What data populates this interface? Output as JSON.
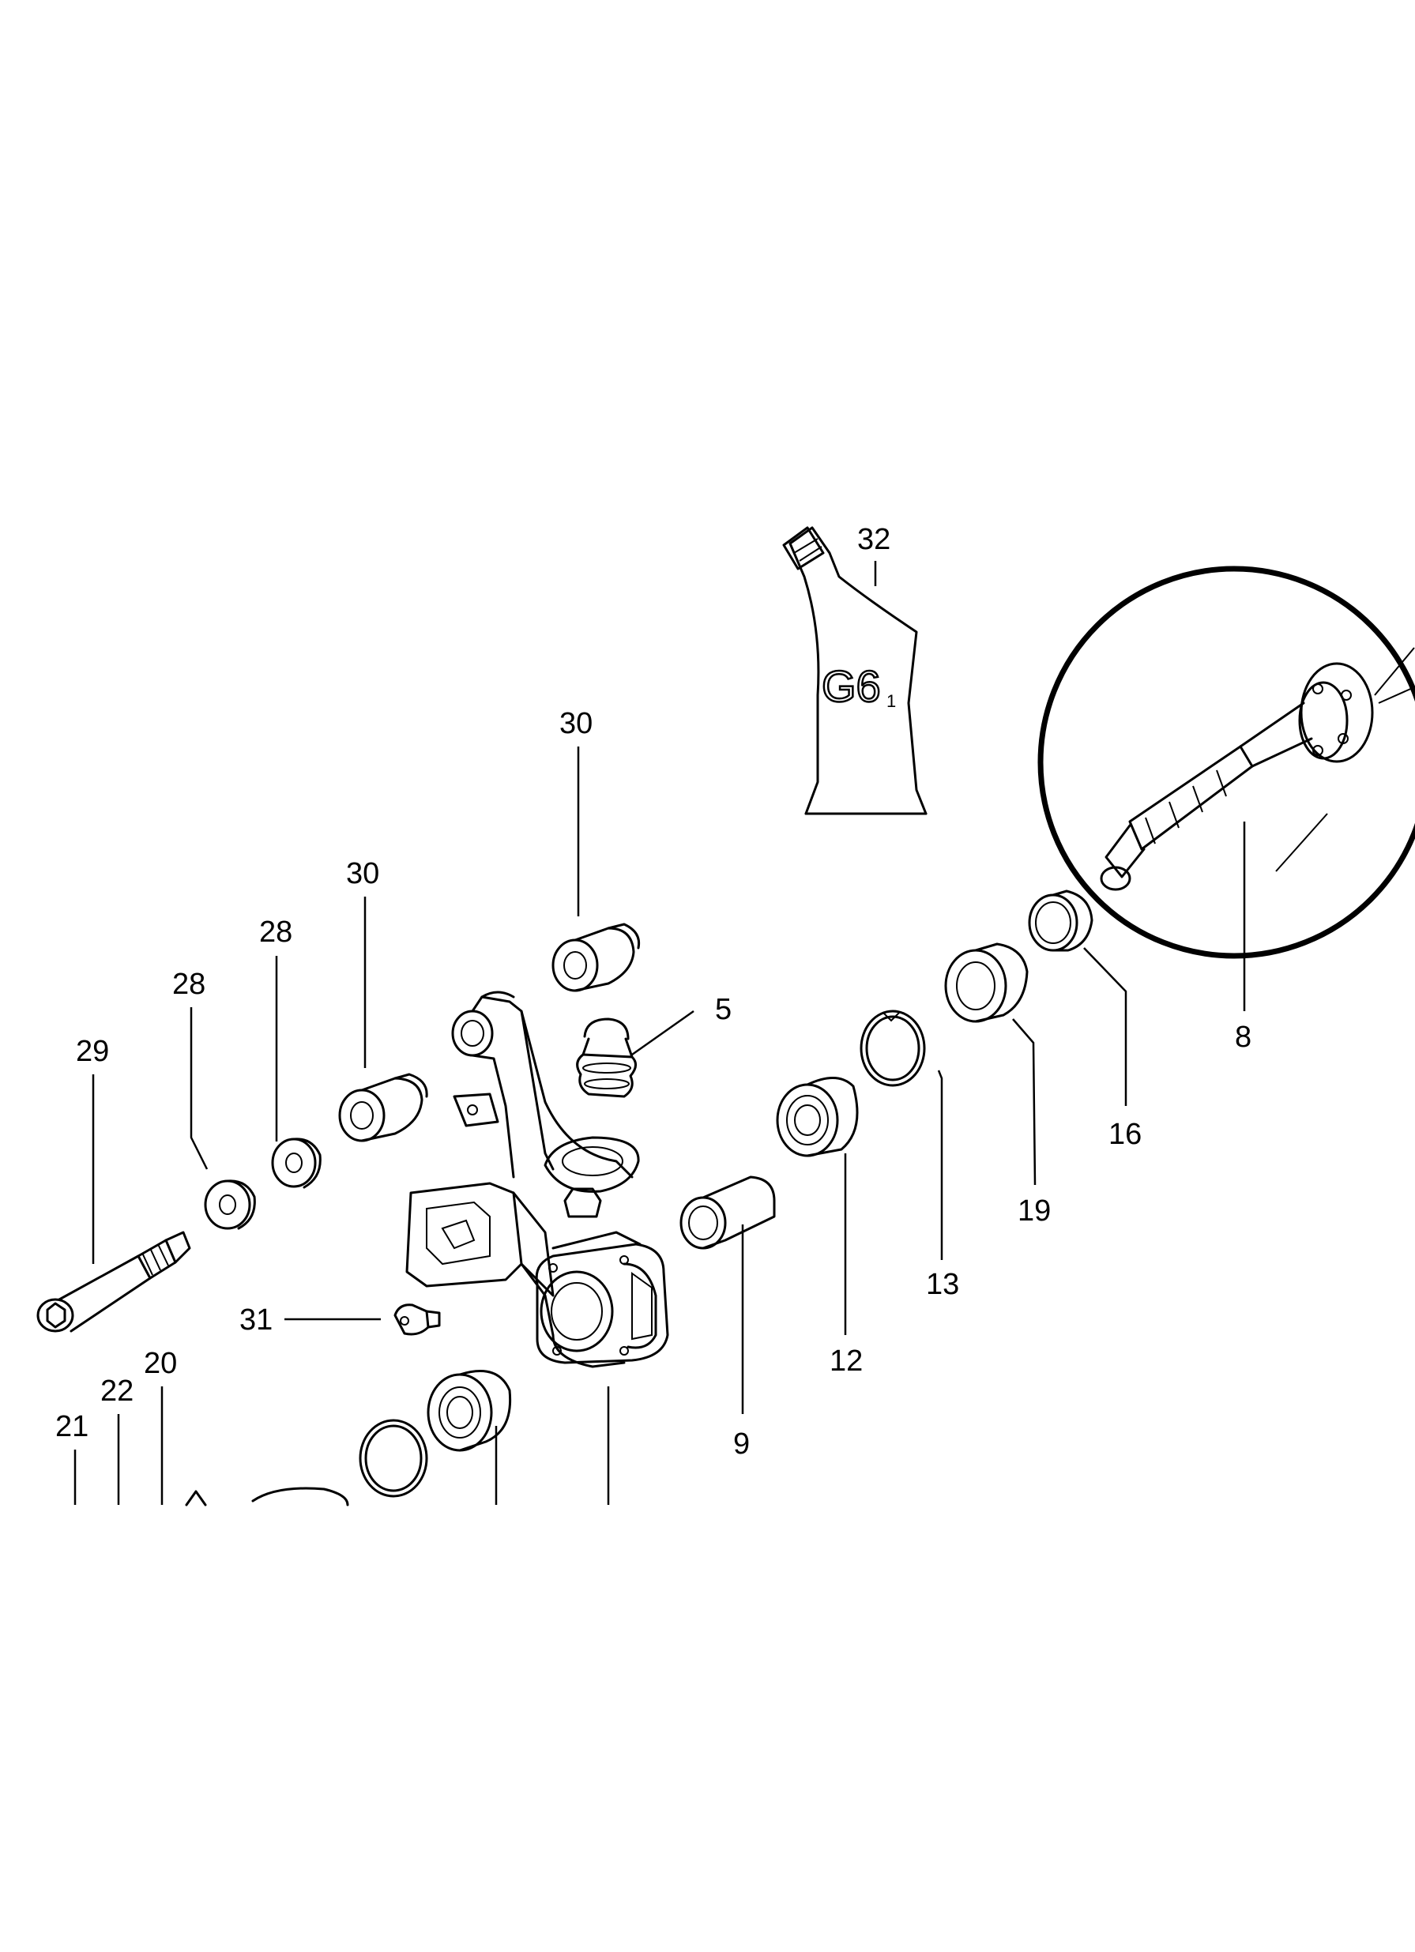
{
  "callouts": [
    {
      "id": "c32",
      "label": "32"
    },
    {
      "id": "c30a",
      "label": "30"
    },
    {
      "id": "c30b",
      "label": "30"
    },
    {
      "id": "c28a",
      "label": "28"
    },
    {
      "id": "c28b",
      "label": "28"
    },
    {
      "id": "c29",
      "label": "29"
    },
    {
      "id": "c5",
      "label": "5"
    },
    {
      "id": "c31",
      "label": "31"
    },
    {
      "id": "c20",
      "label": "20"
    },
    {
      "id": "c22",
      "label": "22"
    },
    {
      "id": "c21",
      "label": "21"
    },
    {
      "id": "c9",
      "label": "9"
    },
    {
      "id": "c12",
      "label": "12"
    },
    {
      "id": "c13",
      "label": "13"
    },
    {
      "id": "c19",
      "label": "19"
    },
    {
      "id": "c16",
      "label": "16"
    },
    {
      "id": "c8",
      "label": "8"
    }
  ],
  "grease_tube": {
    "main": "G6",
    "suffix": "1"
  },
  "colors": {
    "ink": "#000000",
    "paper": "#ffffff"
  }
}
